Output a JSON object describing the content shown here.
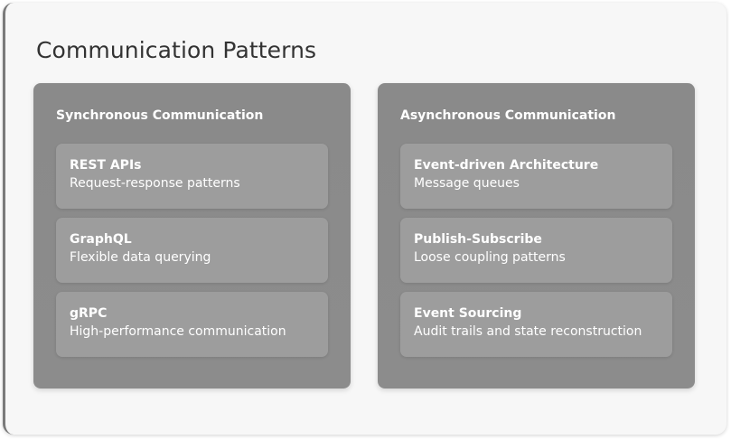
{
  "title": "Communication Patterns",
  "panels": [
    {
      "title": "Synchronous Communication",
      "items": [
        {
          "title": "REST APIs",
          "description": "Request-response patterns"
        },
        {
          "title": "GraphQL",
          "description": "Flexible data querying"
        },
        {
          "title": "gRPC",
          "description": "High-performance communication"
        }
      ]
    },
    {
      "title": "Asynchronous Communication",
      "items": [
        {
          "title": "Event-driven Architecture",
          "description": "Message queues"
        },
        {
          "title": "Publish-Subscribe",
          "description": "Loose coupling patterns"
        },
        {
          "title": "Event Sourcing",
          "description": "Audit trails and state reconstruction"
        }
      ]
    }
  ],
  "colors": {
    "background": "#f7f7f7",
    "panel": "#8b8b8b",
    "card": "#9d9d9d",
    "title_text": "#333333",
    "panel_text": "#ffffff"
  }
}
